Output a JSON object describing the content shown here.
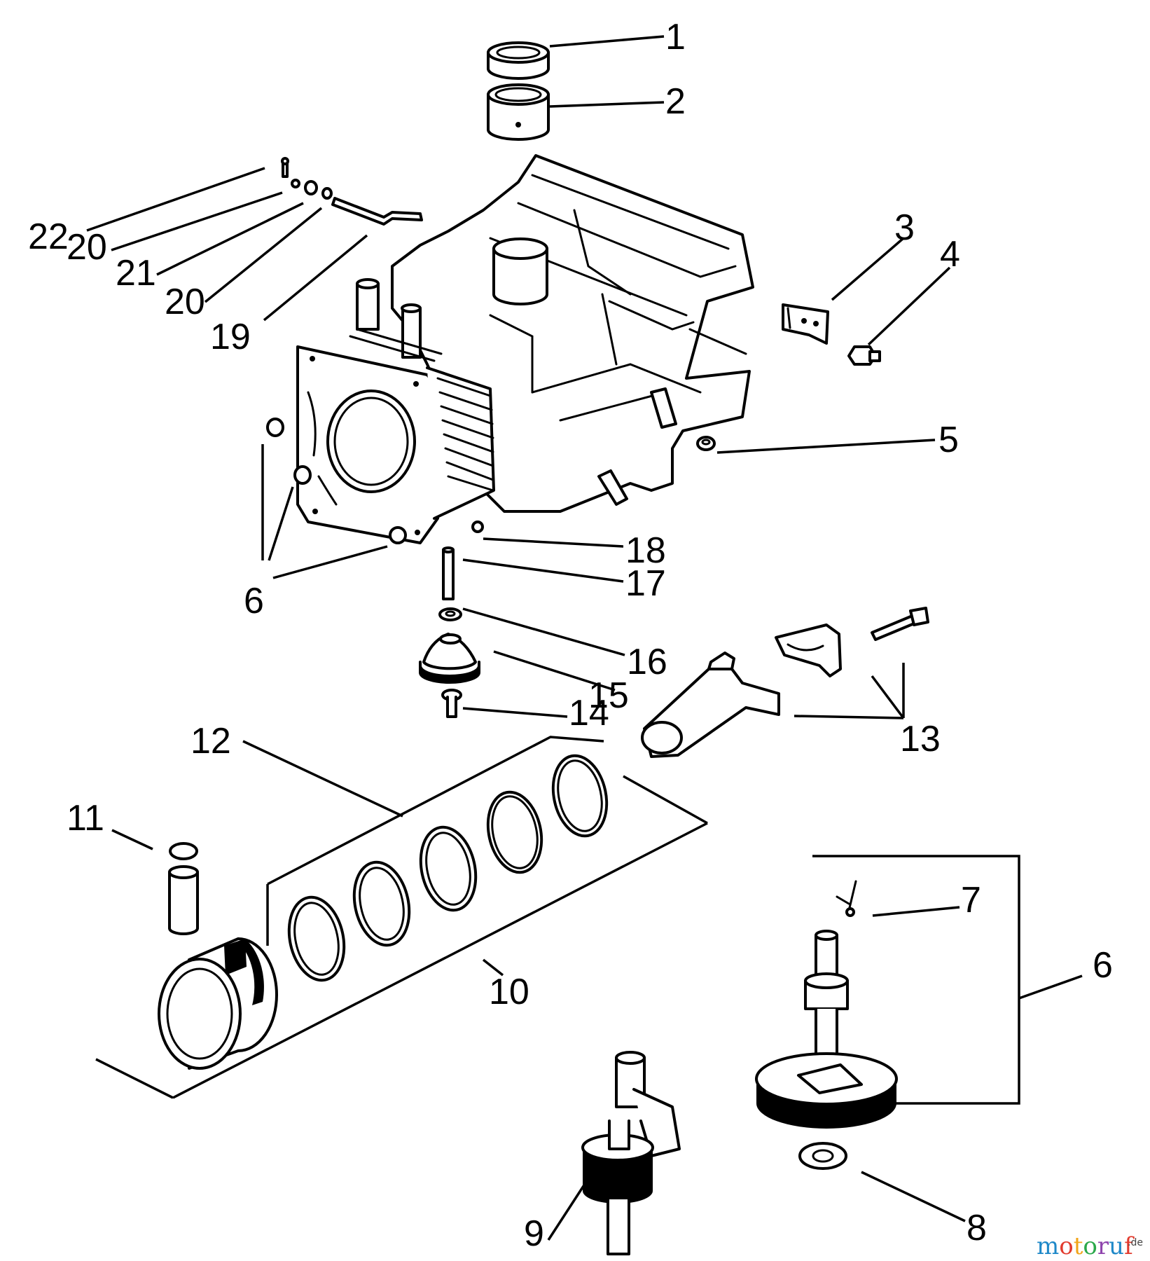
{
  "callouts": {
    "c1": "1",
    "c2": "2",
    "c3": "3",
    "c4": "4",
    "c5": "5",
    "c6a": "6",
    "c6b": "6",
    "c7": "7",
    "c8": "8",
    "c9": "9",
    "c10": "10",
    "c11": "11",
    "c12": "12",
    "c13": "13",
    "c14": "14",
    "c15": "15",
    "c16": "16",
    "c17": "17",
    "c18": "18",
    "c19": "19",
    "c20a": "20",
    "c20b": "20",
    "c21": "21",
    "c22": "22"
  },
  "watermark": {
    "m": "m",
    "o1": "o",
    "t": "t",
    "o2": "o",
    "r": "r",
    "u": "u",
    "f": "f",
    "suffix": ".de",
    "colors": [
      "#1e88c8",
      "#e23b2e",
      "#f2a51a",
      "#2aa84a",
      "#8e44ad",
      "#1e88c8",
      "#e23b2e"
    ]
  }
}
